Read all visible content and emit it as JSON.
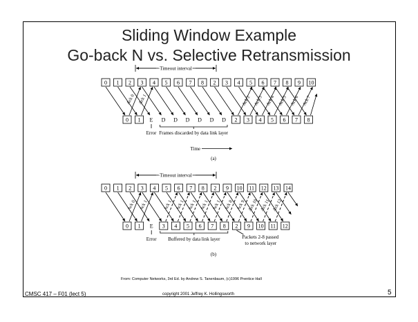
{
  "slide": {
    "title_line1": "Sliding Window Example",
    "title_line2": "Go-back N vs. Selective Retransmission",
    "credit": "From: Computer Networks, 3rd Ed. by Andrew S. Tanenbaum, (c)1996 Prentice Hall",
    "course": "CMSC 417 – F01 (lect 5)",
    "copyright": "copyright 2001 Jeffrey K. Hollingsworth",
    "page_number": "5"
  },
  "diagram_a": {
    "timeout_label": "Timeout interval",
    "sent_frames": [
      "0",
      "1",
      "2",
      "3",
      "4",
      "5",
      "6",
      "7",
      "8",
      "2",
      "3",
      "4",
      "5",
      "6",
      "7",
      "8",
      "9",
      "10"
    ],
    "received_frames": [
      "0",
      "1",
      "E",
      "D",
      "D",
      "D",
      "D",
      "D",
      "D",
      "2",
      "3",
      "4",
      "5",
      "6",
      "7",
      "8"
    ],
    "acks_early": [
      "Ack 0",
      "Ack 1"
    ],
    "acks_late": [
      "Ack 2",
      "Ack 3",
      "Ack 4",
      "Ack 5",
      "Ack 6",
      "Ack 7"
    ],
    "error_label": "Error",
    "discard_label": "Frames discarded by data link layer",
    "time_label": "Time",
    "caption": "(a)"
  },
  "diagram_b": {
    "timeout_label": "Timeout interval",
    "sent_frames": [
      "0",
      "1",
      "2",
      "3",
      "4",
      "5",
      "6",
      "7",
      "8",
      "2",
      "9",
      "10",
      "11",
      "12",
      "13",
      "14"
    ],
    "received_frames": [
      "0",
      "1",
      "E",
      "3",
      "4",
      "5",
      "6",
      "7",
      "8",
      "2",
      "9",
      "10",
      "11",
      "12"
    ],
    "acks": [
      "Ack 0",
      "Ack 1",
      "Ack 1",
      "Ack 1",
      "Ack 1",
      "Ack 1",
      "Ack 1",
      "Ack 8",
      "Ack 9",
      "Ack 10",
      "Ack 11",
      "Ack 12"
    ],
    "error_label": "Error",
    "buffer_label": "Buffered by data link layer",
    "passed_label_line1": "Packets 2-8 passed",
    "passed_label_line2": "to network layer",
    "caption": "(b)"
  }
}
